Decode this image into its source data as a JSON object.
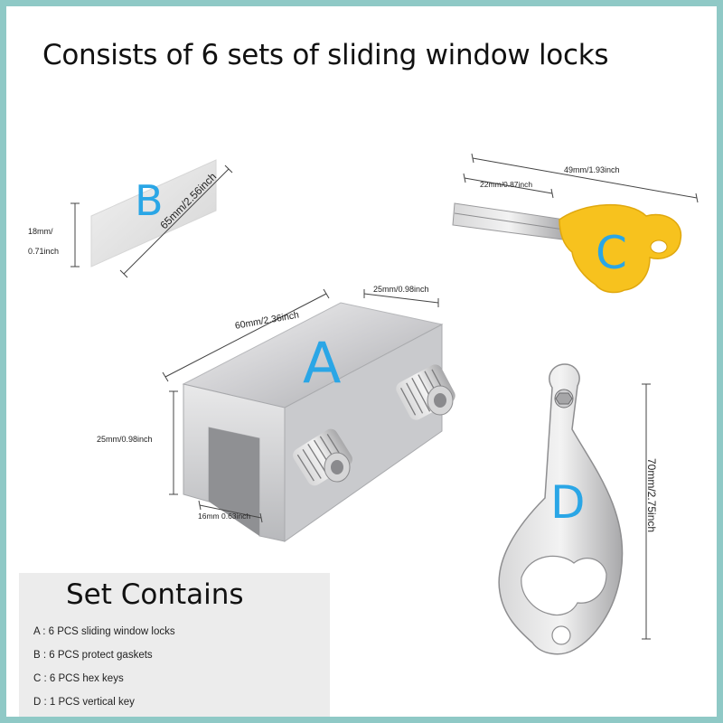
{
  "title": "Consists of 6 sets of sliding window locks",
  "parts": {
    "a": {
      "letter": "A",
      "length": "60mm/2.36inch",
      "width": "25mm/0.98inch",
      "height": "25mm/0.98inch",
      "opening": "16mm 0.63inch"
    },
    "b": {
      "letter": "B",
      "height": "18mm/ 0.71inch",
      "length": "65mm/2.56inch"
    },
    "c": {
      "letter": "C",
      "total_length": "49mm/1.93inch",
      "shaft_length": "22mm/0.87inch"
    },
    "d": {
      "letter": "D",
      "length": "70mm/2.75inch"
    }
  },
  "set_contains": {
    "heading": "Set Contains",
    "items": [
      "A : 6 PCS sliding window locks",
      "B : 6 PCS protect gaskets",
      "C : 6 PCS hex keys",
      "D : 1 PCS vertical key"
    ]
  },
  "colors": {
    "border": "#8fc9c6",
    "letter_blue": "#2aa6e6",
    "key_yellow": "#f7c21e",
    "panel_gray": "#ececec"
  }
}
